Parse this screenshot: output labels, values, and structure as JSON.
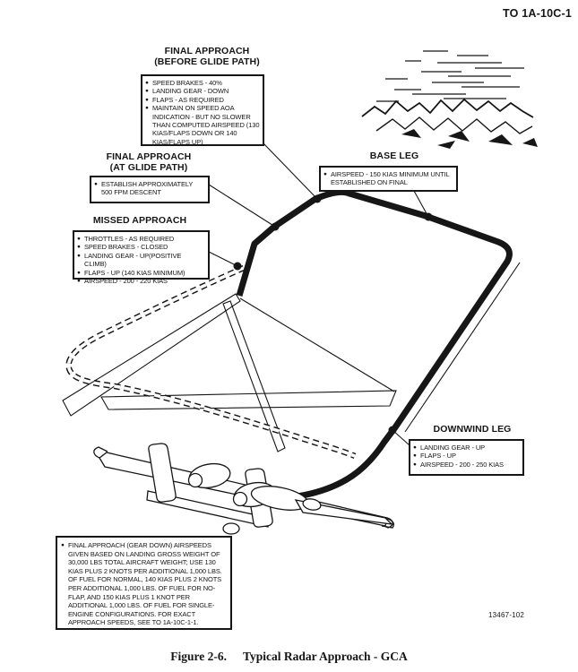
{
  "page": {
    "doc_number": "TO 1A-10C-1",
    "part_number": "13467-102",
    "caption_label": "Figure 2-6.",
    "caption_title": "Typical Radar Approach - GCA"
  },
  "colors": {
    "ink": "#161616",
    "paper": "#ffffff"
  },
  "callouts": {
    "final_before": {
      "title_line1": "FINAL APPROACH",
      "title_line2": "(BEFORE GLIDE PATH)",
      "items": [
        "SPEED BRAKES - 40%",
        "LANDING GEAR - DOWN",
        "FLAPS - AS REQUIRED",
        "MAINTAIN ON SPEED AOA INDICATION - BUT NO SLOWER THAN COMPUTED AIRSPEED (130 KIAS/FLAPS DOWN OR 140 KIAS/FLAPS UP)"
      ]
    },
    "final_at": {
      "title_line1": "FINAL APPROACH",
      "title_line2": "(AT GLIDE PATH)",
      "items": [
        "ESTABLISH APPROXIMATELY 500 FPM DESCENT"
      ]
    },
    "missed": {
      "title": "MISSED APPROACH",
      "items": [
        "THROTTLES - AS REQUIRED",
        "SPEED BRAKES - CLOSED",
        "LANDING GEAR - UP(POSITIVE CLIMB)",
        "FLAPS - UP (140 KIAS MINIMUM)",
        "AIRSPEED - 200 - 220 KIAS"
      ]
    },
    "base": {
      "title": "BASE LEG",
      "items": [
        "AIRSPEED - 150 KIAS MINIMUM UNTIL  ESTABLISHED ON FINAL"
      ]
    },
    "downwind": {
      "title": "DOWNWIND LEG",
      "items": [
        "LANDING GEAR - UP",
        "FLAPS - UP",
        "AIRSPEED - 200 - 250 KIAS"
      ]
    },
    "note": {
      "items": [
        "FINAL APPROACH (GEAR DOWN) AIRSPEEDS GIVEN BASED ON LANDING GROSS WEIGHT OF 30,000 LBS TOTAL AIRCRAFT WEIGHT; USE 130 KIAS PLUS 2 KNOTS PER ADDITIONAL 1,000 LBS. OF FUEL FOR NORMAL, 140 KIAS PLUS 2 KNOTS PER ADDITIONAL 1,000 LBS. OF FUEL FOR NO-FLAP, AND 150 KIAS PLUS 1 KNOT PER ADDITIONAL 1,000 LBS. OF FUEL FOR SINGLE-ENGINE CONFIGURATIONS. FOR EXACT APPROACH SPEEDS, SEE TO 1A-10C-1-1."
      ]
    }
  }
}
